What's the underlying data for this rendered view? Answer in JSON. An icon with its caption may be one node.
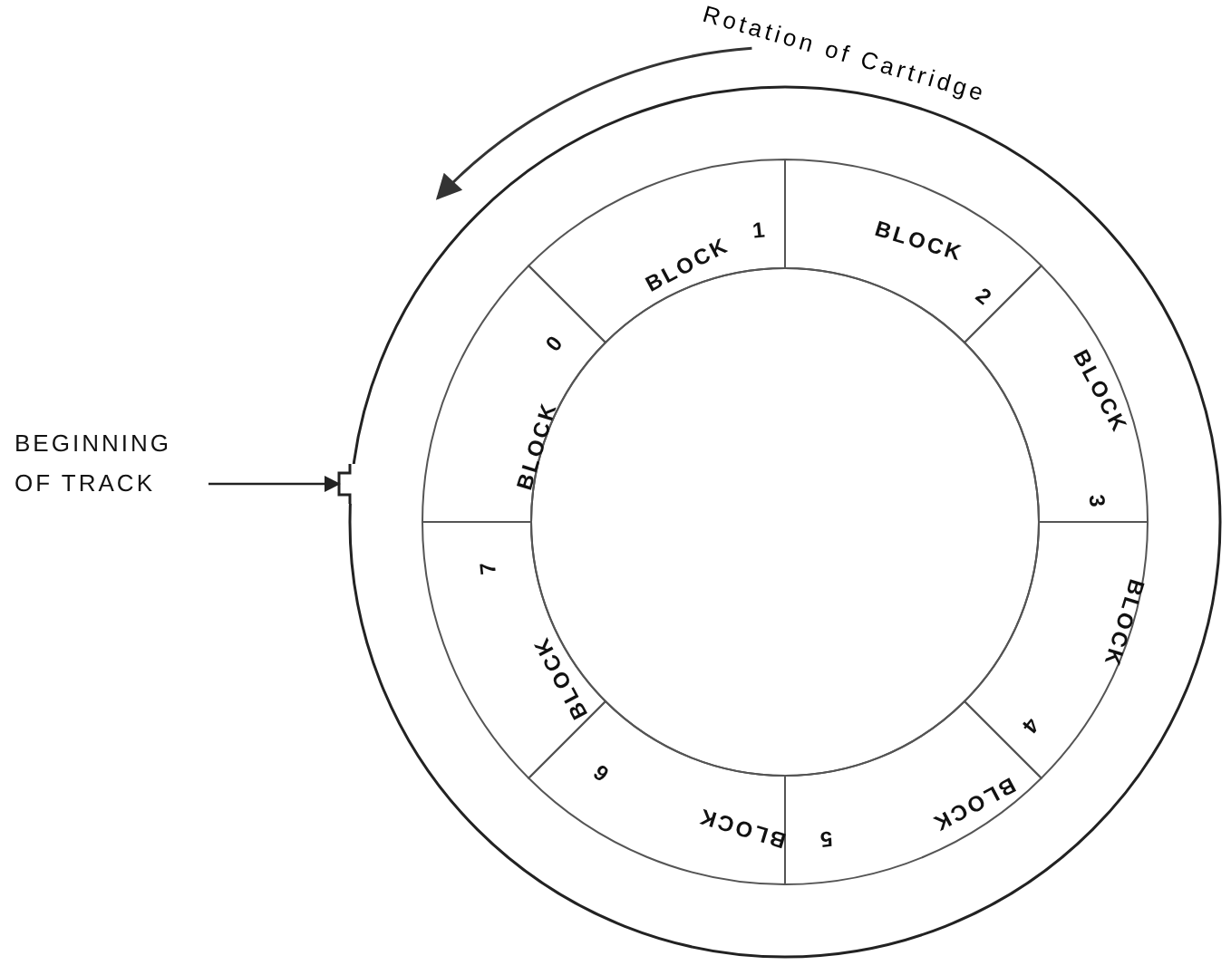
{
  "diagram": {
    "nodes": [
      {
        "text": [
          "BLOCK",
          "0"
        ]
      },
      {
        "text": [
          "BLOCK",
          "1"
        ]
      },
      {
        "text": [
          "BLOCK",
          "2"
        ]
      },
      {
        "text": [
          "BLOCK",
          "3"
        ]
      },
      {
        "text": [
          "BLOCK",
          "4"
        ]
      },
      {
        "text": [
          "BLOCK",
          "5"
        ]
      },
      {
        "text": [
          "BLOCK",
          "6"
        ]
      },
      {
        "text": [
          "BLOCK",
          "7"
        ]
      },
      {
        "text": [
          "BEGINNING OF TRACK"
        ]
      },
      {
        "text": [],
        "shape": "box"
      }
    ],
    "edges": [
      {
        "from": 8,
        "to": 9,
        "arrow": "to"
      }
    ],
    "labels": [
      "Rotation of Cartridge"
    ]
  }
}
